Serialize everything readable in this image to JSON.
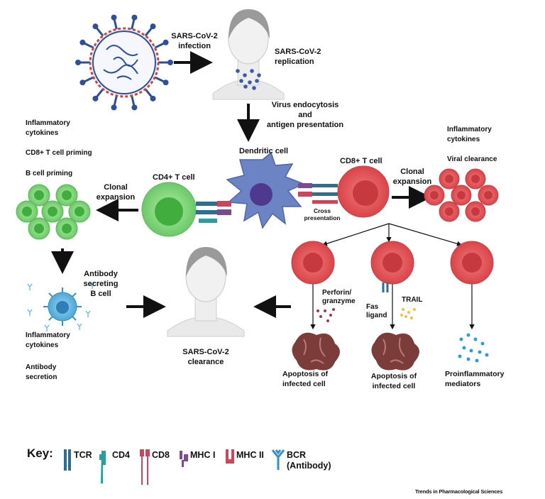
{
  "labels": {
    "sars_infection": "SARS-CoV-2\ninfection",
    "sars_replication": "SARS-CoV-2\nreplication",
    "endocytosis": "Virus endocytosis\nand\nantigen presentation",
    "dendritic": "Dendritic cell",
    "cd4": "CD4+ T cell",
    "cd8": "CD8+ T cell",
    "cross": "Cross\npresentation",
    "clonal_left": "Clonal\nexpansion",
    "clonal_right": "Clonal\nexpansion",
    "left_infl": "Inflammatory\ncytokines",
    "cd8_priming": "CD8+ T cell priming",
    "b_priming": "B  cell priming",
    "antibody_secreting": "Antibody\nsecreting\nB  cell",
    "left_infl2": "Inflammatory\ncytokines",
    "antibody_secretion": "Antibody\nsecretion",
    "right_infl": "Inflammatory\ncytokines",
    "viral_clearance": "Viral clearance",
    "clearance": "SARS-CoV-2\nclearance",
    "perforin": "Perforin/\ngranzyme",
    "fas": "Fas\nligand",
    "trail": "TRAIL",
    "apoptosis1": "Apoptosis of\ninfected cell",
    "apoptosis2": "Apoptosis of\ninfected cell",
    "proinflammatory": "Proinflammatory\nmediators"
  },
  "key": {
    "title": "Key:",
    "items": [
      {
        "label": "TCR",
        "icon": "tcr-icon",
        "color": "#2c6f93"
      },
      {
        "label": "CD4",
        "icon": "cd4-icon",
        "color": "#2c9c9c"
      },
      {
        "label": "CD8",
        "icon": "cd8-icon",
        "color": "#c8475a"
      },
      {
        "label": "MHC I",
        "icon": "mhc-i-icon",
        "color": "#7b4a8f"
      },
      {
        "label": "MHC II",
        "icon": "mhc-ii-icon",
        "color": "#c8475a"
      },
      {
        "label": "BCR\n(Antibody)",
        "icon": "bcr-icon",
        "color": "#3a8fc0"
      }
    ]
  },
  "credit": "Trends in Pharmacological Sciences",
  "colors": {
    "virus": "#2f4f9a",
    "dendritic": "#6c84c4",
    "cd4_cell": "#6cc868",
    "cd8_cell": "#e15358",
    "b_cell": "#4aa8d8",
    "apoptotic": "#7a3d3a"
  }
}
